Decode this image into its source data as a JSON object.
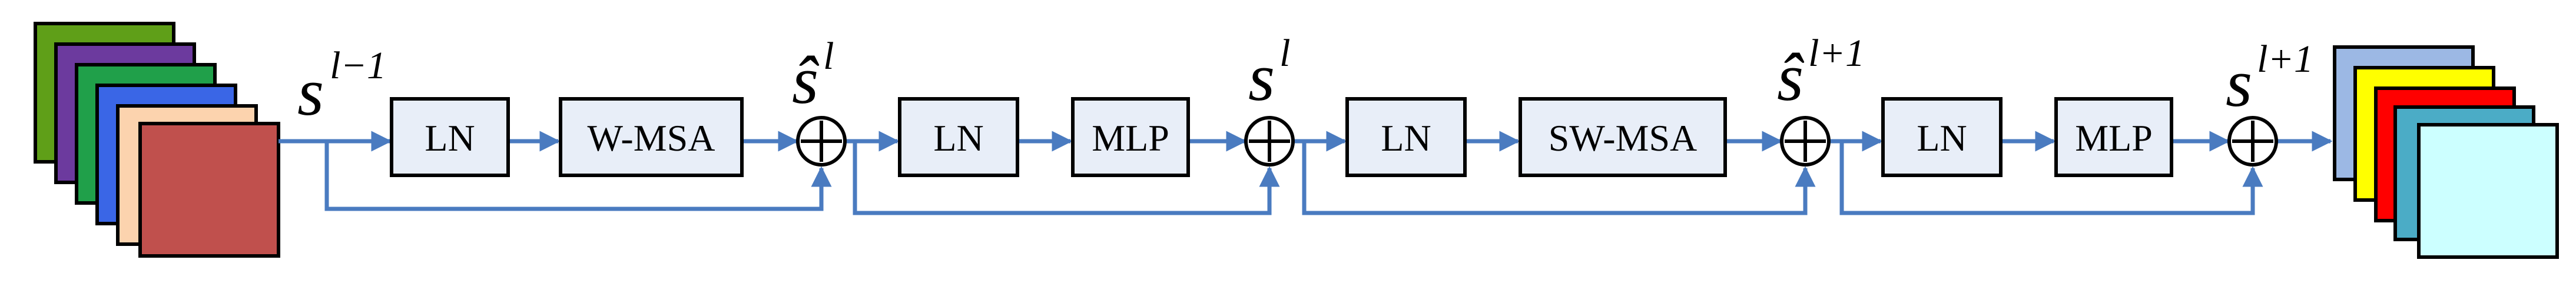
{
  "colors": {
    "arrow": "#4a7bc0",
    "block_fill": "#e8eef8",
    "block_stroke": "#000000",
    "stack_input": [
      "#5f9f18",
      "#6c3a9e",
      "#20a04a",
      "#3a66e6",
      "#fcd3ae",
      "#c0504d"
    ],
    "stack_output": [
      "#9cb8e4",
      "#ffff00",
      "#ff0000",
      "#4bacc6",
      "#ccffff"
    ]
  },
  "labels": {
    "s_l_minus_1": {
      "base": "s",
      "sup": "l−1"
    },
    "s_hat_l": {
      "base": "ŝ",
      "sup": "l"
    },
    "s_l": {
      "base": "s",
      "sup": "l"
    },
    "s_hat_l_plus_1": {
      "base": "ŝ",
      "sup": "l+1"
    },
    "s_l_plus_1": {
      "base": "s",
      "sup": "l+1"
    }
  },
  "blocks": {
    "ln_1": "LN",
    "wmsa": "W-MSA",
    "ln_2": "LN",
    "mlp_1": "MLP",
    "ln_3": "LN",
    "swmsa": "SW-MSA",
    "ln_4": "LN",
    "mlp_2": "MLP"
  },
  "adder_symbol": "⊕"
}
